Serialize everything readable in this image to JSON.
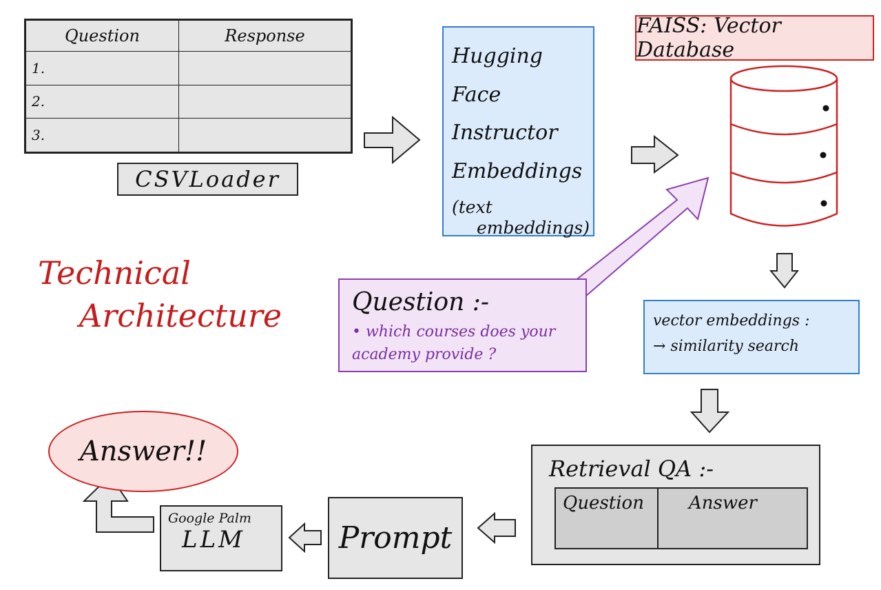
{
  "csv_table": {
    "headers": [
      "Question",
      "Response"
    ],
    "rows": [
      "1.",
      "2.",
      "3."
    ]
  },
  "csv_loader": "CSVLoader",
  "hugging_face": {
    "line1": "Hugging Face",
    "line2": "Instructor",
    "line3": "Embeddings",
    "note1": "(text",
    "note2": "embeddings)"
  },
  "faiss_title": "FAISS: Vector Database",
  "technical_architecture": {
    "line1": "Technical",
    "line2": "Architecture"
  },
  "question_box": {
    "title": "Question :-",
    "bullet": "• which courses does your",
    "bullet_cont": "academy provide ?"
  },
  "vector_box": {
    "line1": "vector embeddings :",
    "line2": "→ similarity search"
  },
  "retrieval_qa": {
    "title": "Retrieval QA :-",
    "col1": "Question",
    "col2": "Answer"
  },
  "prompt": "Prompt",
  "llm": {
    "line1": "Google Palm",
    "line2": "LLM"
  },
  "answer": "Answer!!",
  "colors": {
    "red": "#c22222",
    "blue": "#2e7fd0",
    "purple": "#8b3fae",
    "gray": "#e6e6e6"
  }
}
